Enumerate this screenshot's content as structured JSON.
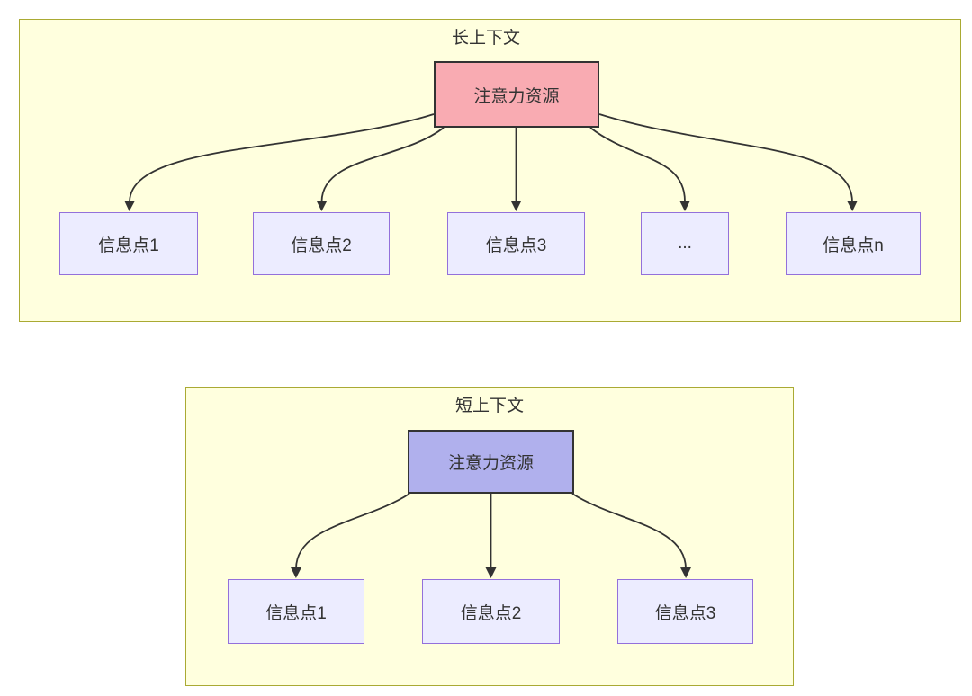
{
  "diagram": {
    "colors": {
      "panel_fill": "#ffffde",
      "panel_border": "#aaaa33",
      "node_fill": "#ececff",
      "node_border": "#9370db",
      "long_source_fill": "#f9abb2",
      "short_source_fill": "#b0b0ed",
      "source_border": "#333333",
      "edge": "#333333",
      "text": "#333333"
    },
    "long_context": {
      "title": "长上下文",
      "source": {
        "label": "注意力资源"
      },
      "targets": [
        {
          "label": "信息点1"
        },
        {
          "label": "信息点2"
        },
        {
          "label": "信息点3"
        },
        {
          "label": "..."
        },
        {
          "label": "信息点n"
        }
      ],
      "edges": [
        "注意力资源 -> 信息点1",
        "注意力资源 -> 信息点2",
        "注意力资源 -> 信息点3",
        "注意力资源 -> ...",
        "注意力资源 -> 信息点n"
      ]
    },
    "short_context": {
      "title": "短上下文",
      "source": {
        "label": "注意力资源"
      },
      "targets": [
        {
          "label": "信息点1"
        },
        {
          "label": "信息点2"
        },
        {
          "label": "信息点3"
        }
      ],
      "edges": [
        "注意力资源 -> 信息点1",
        "注意力资源 -> 信息点2",
        "注意力资源 -> 信息点3"
      ]
    }
  }
}
